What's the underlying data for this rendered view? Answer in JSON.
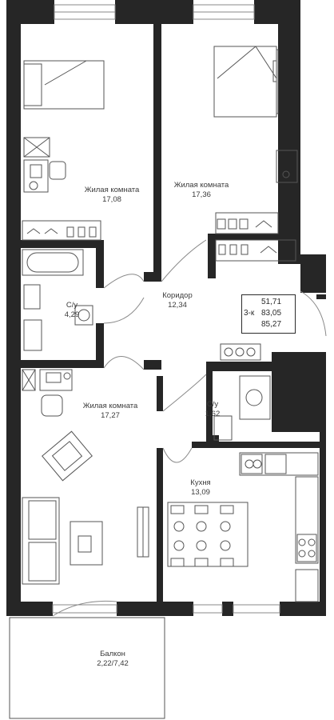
{
  "rooms": {
    "living1": {
      "name": "Жилая комната",
      "area": "17,08"
    },
    "living2": {
      "name": "Жилая комната",
      "area": "17,36"
    },
    "corridor": {
      "name": "Коридор",
      "area": "12,34"
    },
    "bath1": {
      "name": "С/у",
      "area": "4,29"
    },
    "bath2": {
      "name": "С/у",
      "area": "1,62"
    },
    "living3": {
      "name": "Жилая комната",
      "area": "17,27"
    },
    "kitchen": {
      "name": "Кухня",
      "area": "13,09"
    },
    "balcony": {
      "name": "Балкон",
      "area": "2,22/7,42"
    }
  },
  "summary": {
    "type": "3-к",
    "living_area": "51,71",
    "total_area": "83,05",
    "total_with_balcony": "85,27"
  },
  "colors": {
    "wall": "#262626",
    "furniture": "#555555",
    "window": "#8a8a8a"
  }
}
